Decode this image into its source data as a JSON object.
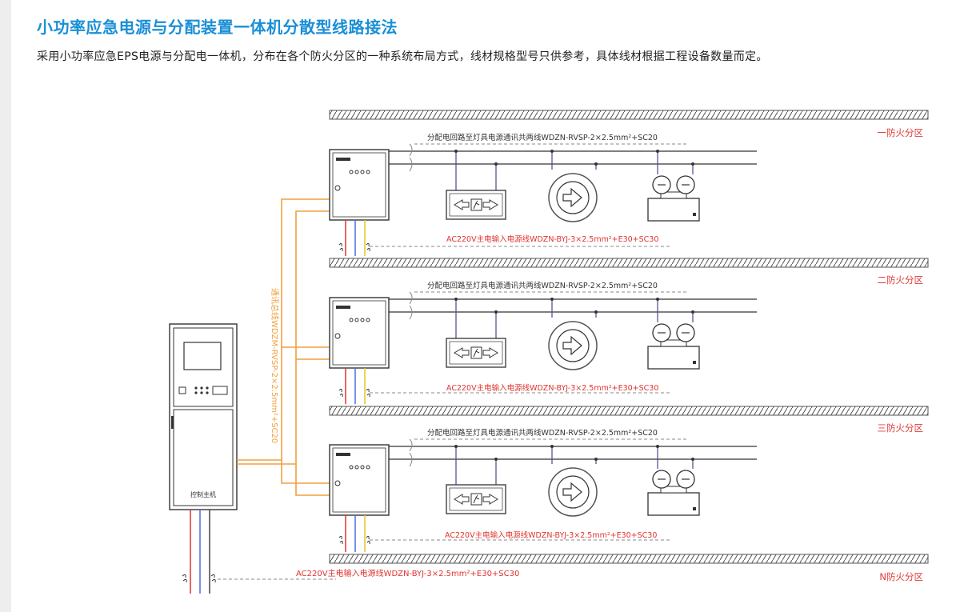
{
  "title": "小功率应急电源与分配装置一体机分散型线路接法",
  "subtitle": "采用小功率应急EPS电源与分配电一体机，分布在各个防火分区的一种系统布局方式，线材规格型号只供参考，具体线材根据工程设备数量而定。",
  "control_host_label": "控制主机",
  "comm_bus_label": "通讯总线WDZM-RVSP-2×2.5mm²+SC20",
  "main_input_label": "AC220V主电输入电源线WDZN-BYJ-3×2.5mm²+E30+SC30",
  "zones": [
    {
      "name": "一防火分区",
      "branch_label": "分配电回路至灯具电源通讯共两线WDZN-RVSP-2×2.5mm²+SC20",
      "input_label": "AC220V主电输入电源线WDZN-BYJ-3×2.5mm²+E30+SC30"
    },
    {
      "name": "二防火分区",
      "branch_label": "分配电回路至灯具电源通讯共两线WDZN-RVSP-2×2.5mm²+SC20",
      "input_label": "AC220V主电输入电源线WDZN-BYJ-3×2.5mm²+E30+SC30"
    },
    {
      "name": "三防火分区",
      "branch_label": "分配电回路至灯具电源通讯共两线WDZN-RVSP-2×2.5mm²+SC20",
      "input_label": "AC220V主电输入电源线WDZN-BYJ-3×2.5mm²+E30+SC30"
    }
  ],
  "last_zone_name": "N防火分区",
  "colors": {
    "title": "#1a8fd6",
    "zone_text": "#e23b3b",
    "bus_orange": "#f0a040",
    "wire_red": "#e0332f",
    "wire_blue": "#4a6fd8",
    "wire_yellow": "#e8c21a",
    "line": "#333333",
    "dashed": "#888888"
  },
  "icons": [
    "exit-sign-icon",
    "direction-arrow-light-icon",
    "twin-head-emergency-light-icon"
  ]
}
